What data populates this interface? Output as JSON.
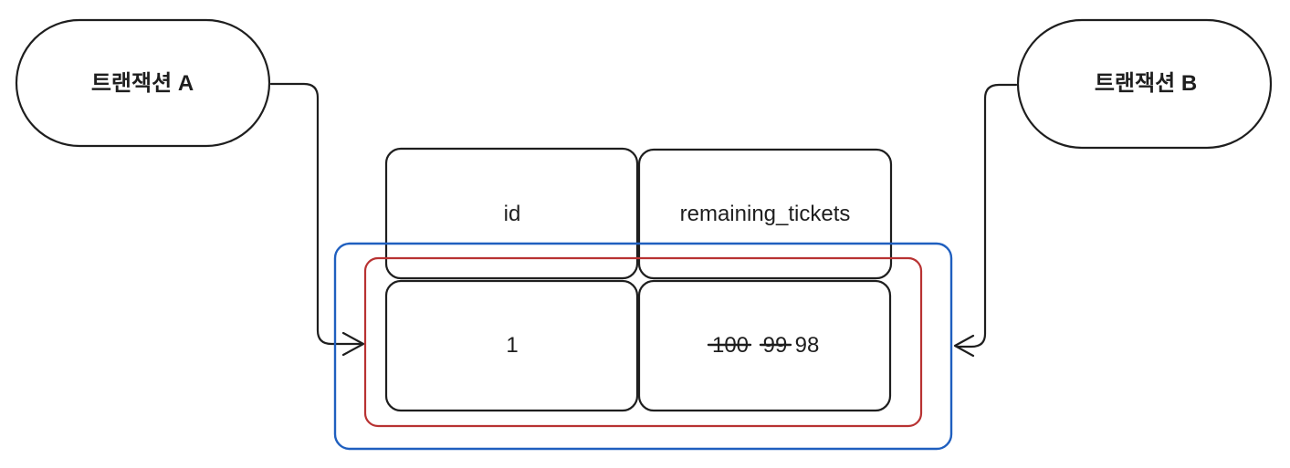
{
  "transactions": {
    "a": {
      "label": "트랜잭션 A"
    },
    "b": {
      "label": "트랜잭션 B"
    }
  },
  "table": {
    "columns": [
      "id",
      "remaining_tickets"
    ],
    "row": {
      "id": "1",
      "remaining_tickets_history": [
        {
          "value": "100",
          "struck": true
        },
        {
          "value": "99",
          "struck": true
        },
        {
          "value": "98",
          "struck": false
        }
      ]
    }
  },
  "colors": {
    "lock_outer": "#1f5fbf",
    "lock_inner": "#b83232",
    "ink": "#1e1e1e"
  }
}
